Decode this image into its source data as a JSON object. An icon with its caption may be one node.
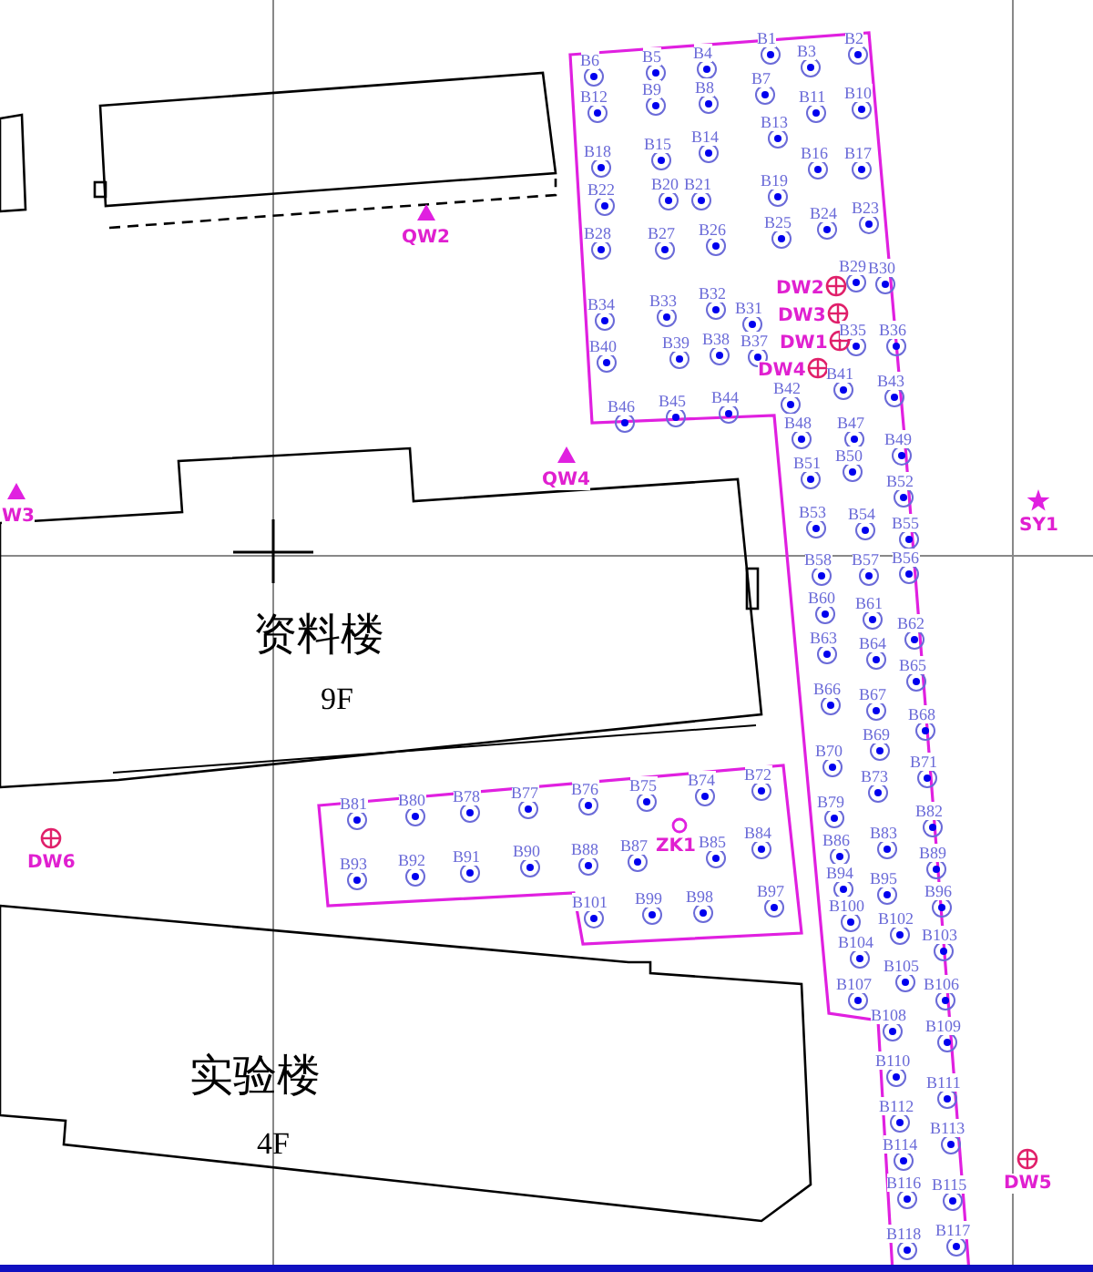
{
  "diagram": {
    "labels": [
      "QW2",
      "B6",
      "B5",
      "B4",
      "B1",
      "B3",
      "B2",
      "B12",
      "B9",
      "B8",
      "B7",
      "B11",
      "B10",
      "B18",
      "B15",
      "B14",
      "B13",
      "B16",
      "B17",
      "B22",
      "B20",
      "B21",
      "B19",
      "B24",
      "B23",
      "B28",
      "B27",
      "B26",
      "B25",
      "B31",
      "B29",
      "B30",
      "DW2",
      "DW3",
      "B34",
      "B33",
      "B32",
      "B40",
      "B39",
      "B38",
      "B37",
      "B35",
      "B36",
      "DW1",
      "DW4",
      "B42",
      "B41",
      "B43",
      "B46",
      "B45",
      "B44",
      "B48",
      "B47",
      "B49",
      "QW4",
      "B51",
      "B50",
      "B52",
      "W3",
      "SY1",
      "B53",
      "B54",
      "B55",
      "B58",
      "B57",
      "B56",
      "资料楼",
      "B60",
      "B61",
      "B62",
      "B63",
      "B64",
      "B65",
      "9F",
      "B66",
      "B67",
      "B68",
      "B81",
      "B80",
      "B78",
      "B77",
      "B76",
      "B75",
      "B74",
      "B72",
      "B70",
      "B69",
      "B73",
      "B71",
      "B79",
      "ZK1",
      "B82",
      "DW6",
      "B93",
      "B92",
      "B91",
      "B90",
      "B88",
      "B87",
      "B85",
      "B84",
      "B86",
      "B83",
      "B89",
      "B94",
      "B95",
      "B96",
      "B101",
      "B99",
      "B98",
      "B97",
      "B100",
      "B102",
      "B103",
      "B104",
      "B105",
      "B107",
      "B106",
      "B108",
      "B109",
      "实验楼",
      "B110",
      "B111",
      "B112",
      "4F",
      "B113",
      "B114",
      "B116",
      "B115",
      "DW5",
      "B118",
      "B117"
    ]
  }
}
